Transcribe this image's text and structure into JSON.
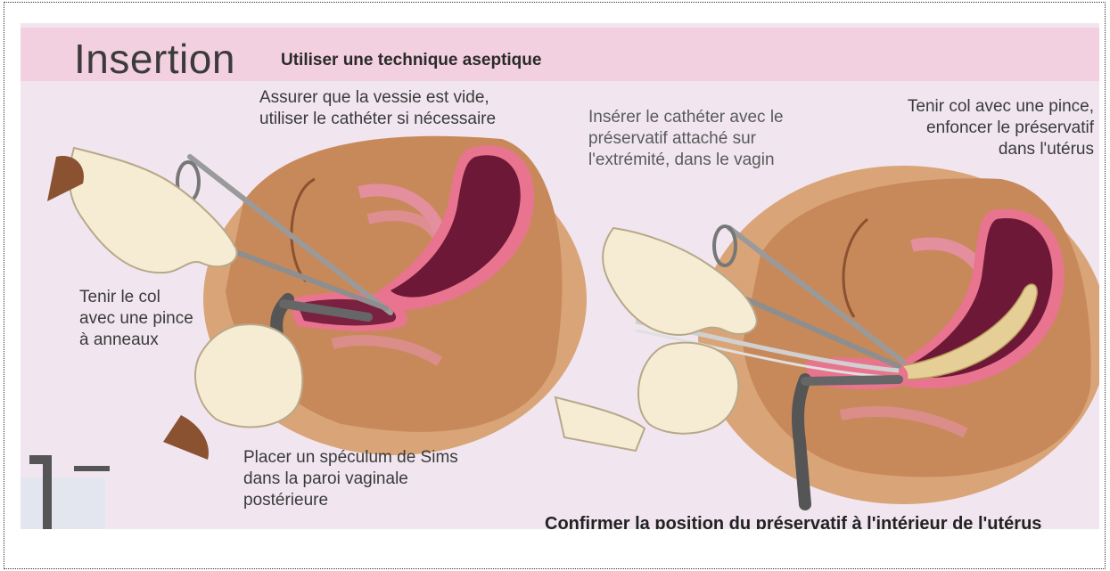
{
  "title": "Insertion",
  "subtitle": "Utiliser une technique aseptique",
  "labels": {
    "bladder": [
      "Assurer que la vessie est vide,",
      "utiliser le cathéter si nécessaire"
    ],
    "cervix_left": [
      "Tenir le col",
      "avec une pince",
      "à anneaux"
    ],
    "speculum": [
      "Placer un spéculum de Sims",
      "dans la paroi vaginale",
      "postérieure"
    ],
    "catheter": [
      "Insérer le cathéter avec le",
      "préservatif attaché sur",
      "l'extrémité, dans le vagin"
    ],
    "cervix_right": [
      "Tenir col avec une pince,",
      "enfoncer le préservatif",
      "dans l'utérus"
    ],
    "confirm": "Confirmer la position du préservatif à l'intérieur de l'utérus"
  },
  "colors": {
    "background": "#f1e6f0",
    "banner": "#f3d0df",
    "skin_dark": "#c8895a",
    "skin_light": "#d9a578",
    "uterus": "#6e1838",
    "tissue_pink": "#e8748f",
    "glove": "#f6ecd4",
    "instrument": "#9a9a9a"
  }
}
